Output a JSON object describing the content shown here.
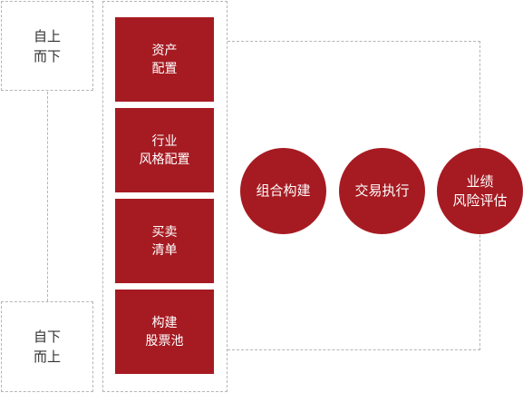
{
  "left_labels": {
    "top": [
      "自上",
      "而下"
    ],
    "bottom": [
      "自下",
      "而上"
    ]
  },
  "steps": [
    {
      "lines": [
        "资产",
        "配置"
      ]
    },
    {
      "lines": [
        "行业",
        "风格配置"
      ]
    },
    {
      "lines": [
        "买卖",
        "清单"
      ]
    },
    {
      "lines": [
        "构建",
        "股票池"
      ]
    }
  ],
  "circles": [
    {
      "lines": [
        "组合构建"
      ]
    },
    {
      "lines": [
        "交易执行"
      ]
    },
    {
      "lines": [
        "业绩",
        "风险评估"
      ]
    }
  ],
  "colors": {
    "primary_red": "#a61b22",
    "dash_gray": "#b5b5b5",
    "text_dark": "#333333"
  }
}
